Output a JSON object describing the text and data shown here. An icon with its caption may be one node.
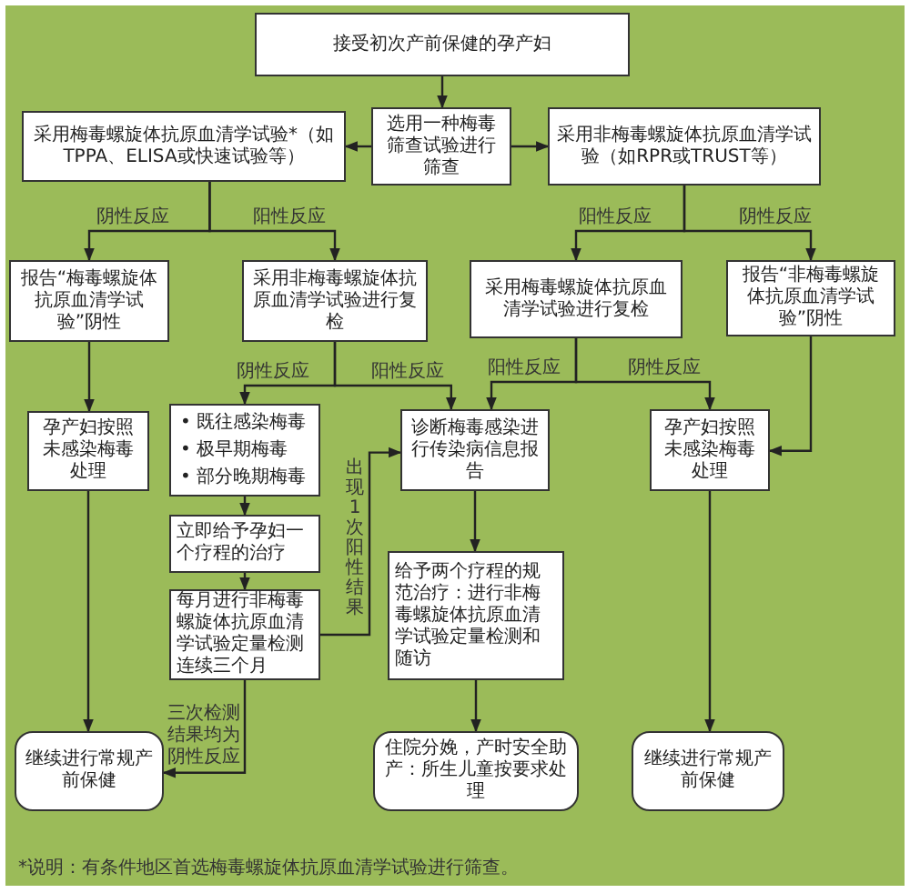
{
  "diagram": {
    "nodes": [
      {
        "text": [
          "接受初次产前保健的孕产妇"
        ]
      },
      {
        "text": [
          "选用一种梅毒筛查试验进行筛查"
        ]
      },
      {
        "text": [
          "采用梅毒螺旋体抗原血清学试验*（如TPPA、ELISA或快速试验等）"
        ]
      },
      {
        "text": [
          "采用非梅毒螺旋体抗原血清学试验（如RPR或TRUST等）"
        ]
      },
      {
        "text": [
          "报告“梅毒螺旋体抗原血清学试验”阴性"
        ]
      },
      {
        "text": [
          "采用非梅毒螺旋体抗原血清学试验进行复检"
        ]
      },
      {
        "text": [
          "采用梅毒螺旋体抗原血清学试验进行复检"
        ]
      },
      {
        "text": [
          "报告“非梅毒螺旋体抗原血清学试验”阴性"
        ]
      },
      {
        "text": [
          "孕产妇按照未感染梅毒处理"
        ]
      },
      {
        "text": [
          "• 既往感染梅毒",
          "• 极早期梅毒",
          "• 部分晚期梅毒"
        ]
      },
      {
        "text": [
          "立即给予孕妇一个疗程的治疗"
        ]
      },
      {
        "text": [
          "每月进行非梅毒螺旋体抗原血清学试验定量检测连续三个月"
        ]
      },
      {
        "text": [
          "诊断梅毒感染进行传染病信息报告"
        ]
      },
      {
        "text": [
          "孕产妇按照未感染梅毒处理"
        ]
      },
      {
        "text": [
          "给予两个疗程的规范治疗：进行非梅毒螺旋体抗原血清学试验定量检测和随访"
        ]
      },
      {
        "text": [
          "继续进行常规产前保健"
        ]
      },
      {
        "text": [
          "住院分娩，产时安全助产：所生儿童按要求处理"
        ]
      },
      {
        "text": [
          "继续进行常规产前保健"
        ]
      }
    ],
    "edges": [
      {
        "from": 0,
        "to": 1,
        "arrow": "to"
      },
      {
        "from": 1,
        "to": 2,
        "arrow": "to"
      },
      {
        "from": 1,
        "to": 3,
        "arrow": "to"
      },
      {
        "from": 2,
        "to": 4,
        "arrow": "to",
        "label": "阴性反应"
      },
      {
        "from": 2,
        "to": 5,
        "arrow": "to",
        "label": "阳性反应"
      },
      {
        "from": 3,
        "to": 6,
        "arrow": "to",
        "label": "阳性反应"
      },
      {
        "from": 3,
        "to": 7,
        "arrow": "to",
        "label": "阴性反应"
      },
      {
        "from": 4,
        "to": 8,
        "arrow": "to"
      },
      {
        "from": 5,
        "to": 9,
        "arrow": "to",
        "label": "阴性反应"
      },
      {
        "from": 5,
        "to": 12,
        "arrow": "to",
        "label": "阳性反应"
      },
      {
        "from": 6,
        "to": 12,
        "arrow": "to",
        "label": "阳性反应"
      },
      {
        "from": 6,
        "to": 13,
        "arrow": "to",
        "label": "阴性反应"
      },
      {
        "from": 7,
        "to": 13,
        "arrow": "to"
      },
      {
        "from": 9,
        "to": 10,
        "arrow": "to"
      },
      {
        "from": 10,
        "to": 11,
        "arrow": "to"
      },
      {
        "from": 11,
        "to": 12,
        "arrow": "to",
        "label": "出现1次阳性结果"
      },
      {
        "from": 11,
        "to": 15,
        "arrow": "to",
        "label": "三次检测结果均为阴性反应"
      },
      {
        "from": 12,
        "to": 14,
        "arrow": "to"
      },
      {
        "from": 14,
        "to": 16,
        "arrow": "to"
      },
      {
        "from": 8,
        "to": 15,
        "arrow": "to"
      },
      {
        "from": 13,
        "to": 17,
        "arrow": "to"
      }
    ],
    "labels": [
      "*说明：有条件地区首选梅毒螺旋体抗原血清学试验进行筛查。"
    ]
  }
}
